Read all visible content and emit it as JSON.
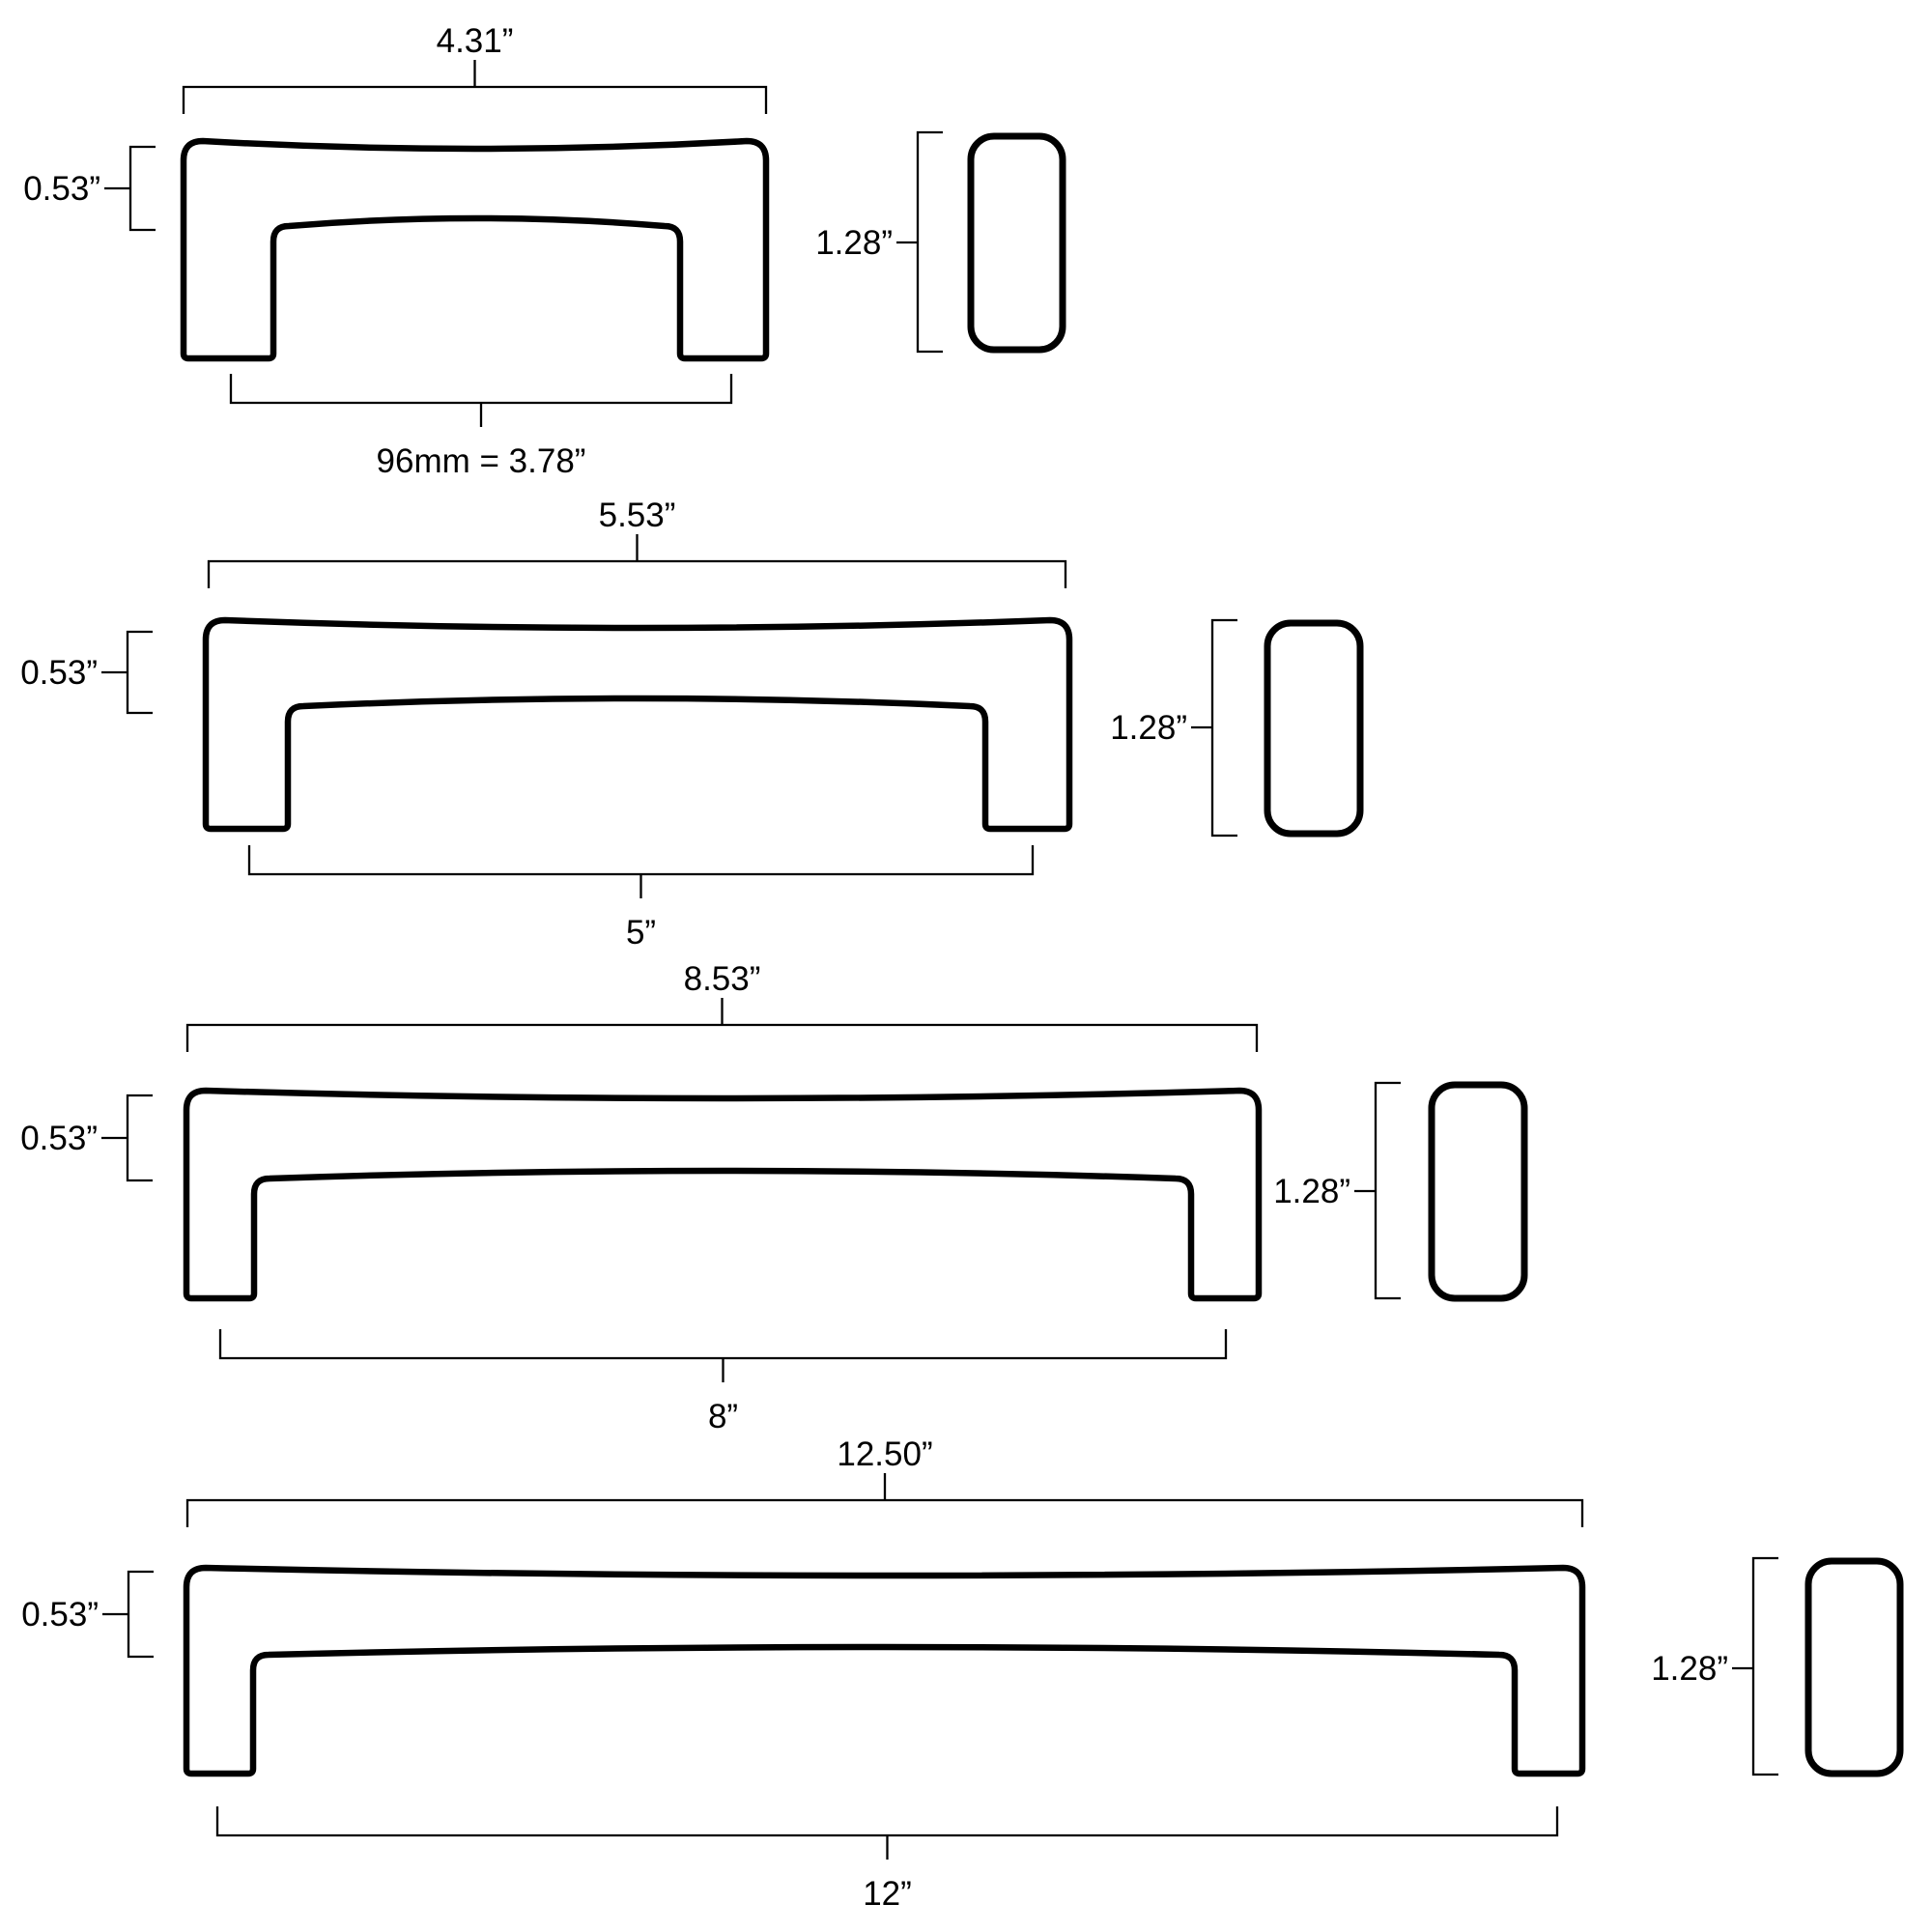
{
  "drawing": {
    "type": "cabinet-pull-dimension-drawing",
    "colors": {
      "line": "#000000",
      "background": "#ffffff"
    },
    "rows": [
      {
        "overall_width": "4.31”",
        "bar_height": "0.53”",
        "center_to_center": "96mm = 3.78”",
        "depth": "1.28”"
      },
      {
        "overall_width": "5.53”",
        "bar_height": "0.53”",
        "center_to_center": "5”",
        "depth": "1.28”"
      },
      {
        "overall_width": "8.53”",
        "bar_height": "0.53”",
        "center_to_center": "8”",
        "depth": "1.28”"
      },
      {
        "overall_width": "12.50”",
        "bar_height": "0.53”",
        "center_to_center": "12”",
        "depth": "1.28”"
      }
    ]
  }
}
